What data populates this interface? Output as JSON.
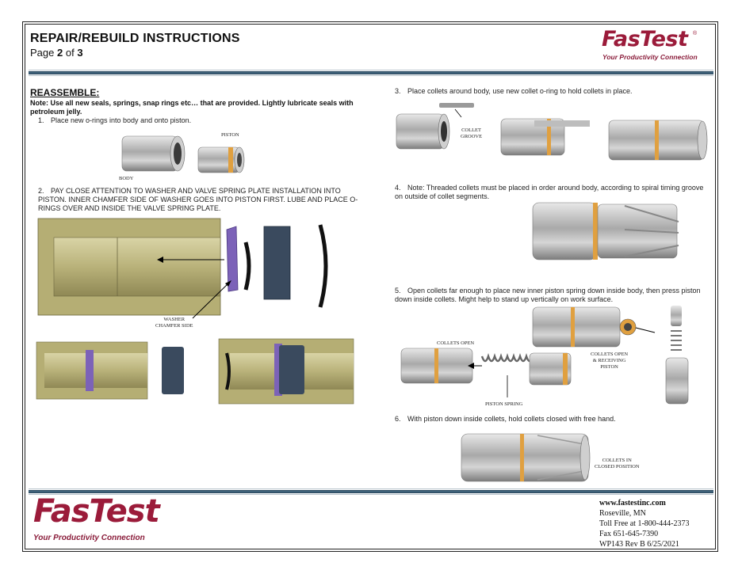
{
  "header": {
    "title": "REPAIR/REBUILD INSTRUCTIONS",
    "page_prefix": "Page",
    "page_current": "2",
    "page_of": "of",
    "page_total": "3"
  },
  "brand": {
    "name": "FasTest",
    "tagline": "Your Productivity Connection",
    "reg_mark": "®",
    "color": "#9b1b3a"
  },
  "section": {
    "heading": "REASSEMBLE:",
    "note": "Note: Use all new seals, springs, snap rings etc… that are provided. Lightly lubricate seals with petroleum jelly."
  },
  "steps": [
    {
      "num": "1.",
      "text": "Place new o-rings into body and onto piston."
    },
    {
      "num": "2.",
      "text": "PAY CLOSE ATTENTION TO WASHER AND VALVE SPRING PLATE INSTALLATION INTO PISTON. INNER CHAMFER SIDE OF WASHER GOES INTO PISTON FIRST. LUBE AND PLACE O-RINGS OVER AND INSIDE THE VALVE SPRING PLATE."
    },
    {
      "num": "3.",
      "text": "Place collets around body, use new collet o-ring to hold collets in place."
    },
    {
      "num": "4.",
      "text": "Note: Threaded collets must be placed in order around body, according to spiral timing groove on outside of collet segments."
    },
    {
      "num": "5.",
      "text": "Open collets far enough to place new inner piston spring down inside body, then press piston down inside collets. Might help to stand up vertically on work surface."
    },
    {
      "num": "6.",
      "text": "With piston down inside collets, hold collets closed with free hand."
    }
  ],
  "labels": {
    "piston": "PISTON",
    "body": "BODY",
    "washer_1": "WASHER",
    "washer_2": "CHAMFER SIDE",
    "collet_1": "COLLET",
    "collet_2": "GROOVE",
    "collets_open": "COLLETS OPEN",
    "receiving_1": "COLLETS OPEN",
    "receiving_2": "& RECEIVING",
    "receiving_3": "PISTON",
    "piston_spring": "PISTON SPRING",
    "closed_1": "COLLETS IN",
    "closed_2": "CLOSED POSITION"
  },
  "footer": {
    "website": "www.fastestinc.com",
    "city": "Roseville, MN",
    "tollfree": "Toll Free at 1-800-444-2373",
    "fax": "Fax 651-645-7390",
    "rev": "WP143 Rev B   6/25/2021"
  }
}
